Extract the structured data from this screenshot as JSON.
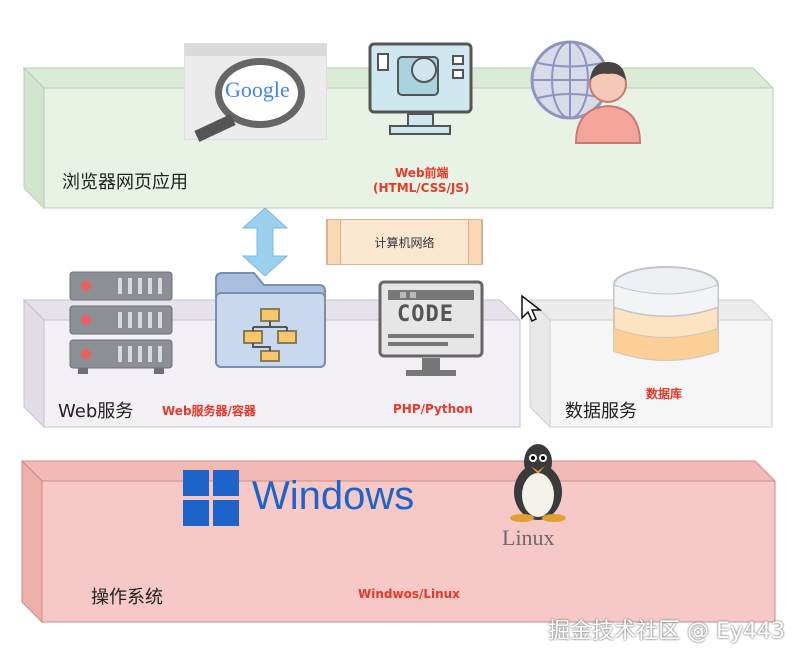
{
  "layers": {
    "browser": {
      "title": "浏览器网页应用",
      "tech_line1": "Web前端",
      "tech_line2": "(HTML/CSS/JS)"
    },
    "network": {
      "label": "计算机网络"
    },
    "web": {
      "title": "Web服务",
      "server_label": "Web服务器/容器",
      "lang_label": "PHP/Python"
    },
    "data": {
      "title": "数据服务",
      "db_label": "数据库"
    },
    "os": {
      "title": "操作系统",
      "windows_logo_text": "Windows",
      "linux_logo_text": "Linux",
      "os_label": "Windwos/Linux"
    }
  },
  "icons": {
    "search": "google-search-screenshot",
    "monitor": "monitor-icon",
    "user_globe": "user-globe-icon",
    "server": "server-rack-icon",
    "folder": "folder-tree-icon",
    "code": "code-monitor-icon",
    "database": "database-icon",
    "windows": "windows-logo",
    "linux": "tux-penguin-icon",
    "cursor": "mouse-cursor-icon"
  },
  "google_text": "Google",
  "code_text": "CODE",
  "watermark": "掘金技术社区 @ Ey443",
  "colors": {
    "browser_fill": "#e9f3e5",
    "web_fill": "#f2eff5",
    "data_fill": "#f4f4f4",
    "os_fill": "#f7c9c6",
    "accent_red": "#e53a2a",
    "arrow_blue": "#9bd0ee"
  }
}
